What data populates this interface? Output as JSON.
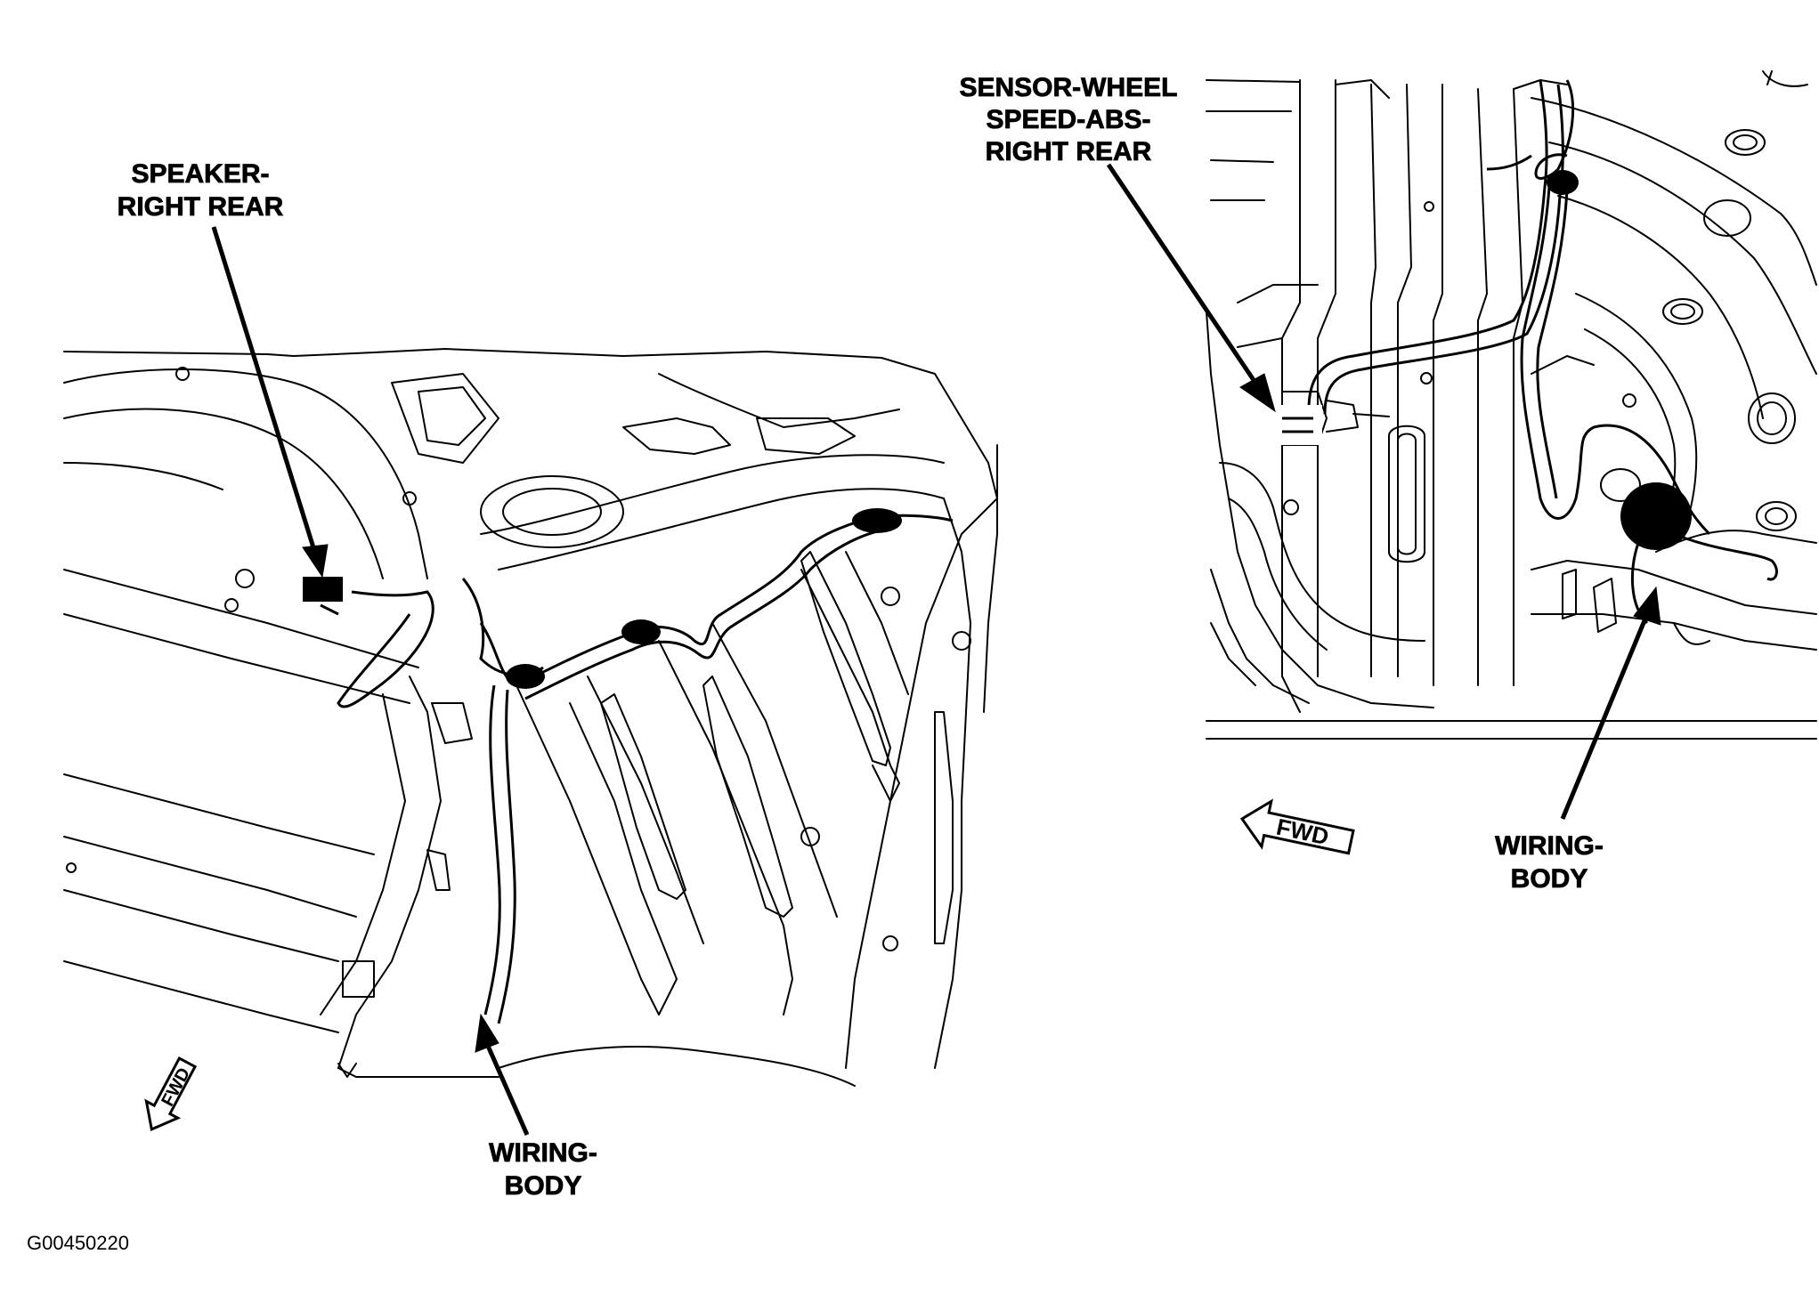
{
  "figure_id": "G00450220",
  "left_view": {
    "speaker_label_line1": "SPEAKER-",
    "speaker_label_line2": "RIGHT REAR",
    "wiring_label_line1": "WIRING-",
    "wiring_label_line2": "BODY",
    "fwd_label": "FWD"
  },
  "right_view": {
    "sensor_label_line1": "SENSOR-WHEEL",
    "sensor_label_line2": "SPEED-ABS-",
    "sensor_label_line3": "RIGHT REAR",
    "wiring_label_line1": "WIRING-",
    "wiring_label_line2": "BODY",
    "fwd_label": "FWD"
  },
  "icons": [
    "fwd-arrow-icon"
  ],
  "colors": {
    "ink": "#000000",
    "paper": "#ffffff"
  }
}
